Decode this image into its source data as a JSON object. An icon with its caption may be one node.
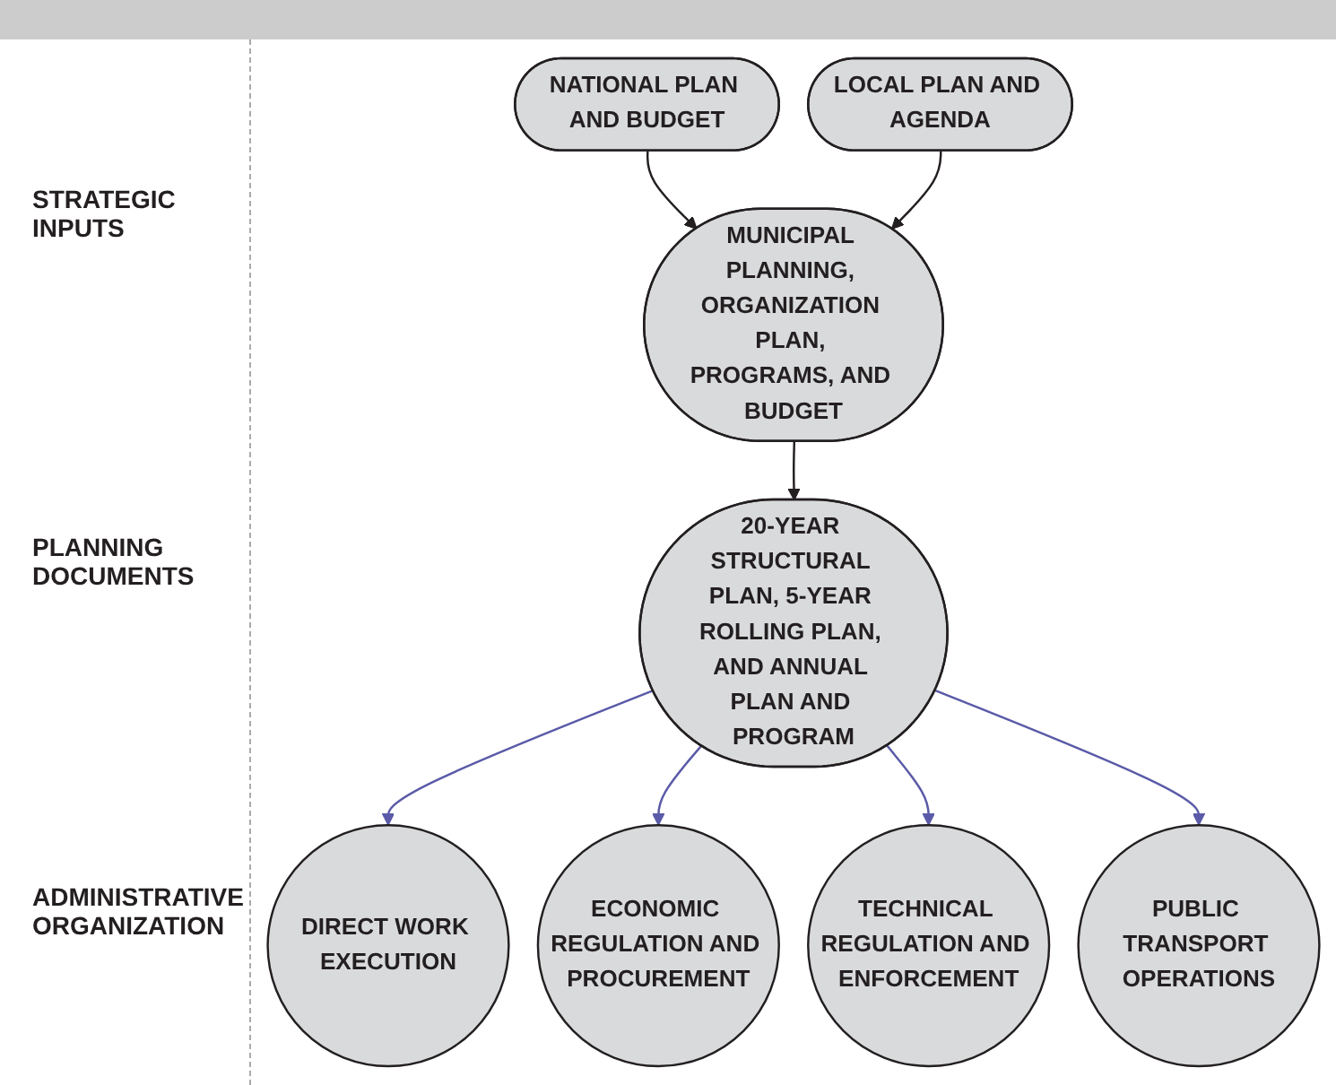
{
  "diagram": {
    "nodes": [
      {
        "text": [
          "NATIONAL PLAN AND BUDGET"
        ]
      },
      {
        "text": [
          "MUNICIPAL PLANNING, ORGANIZATION PLAN, PROGRAMS, AND BUDGET"
        ]
      },
      {
        "text": [
          "LOCAL PLAN AND AGENDA"
        ]
      },
      {
        "text": [
          "20-YEAR STRUCTURAL PLAN, 5-YEAR ROLLING PLAN, AND ANNUAL PLAN AND PROGRAM"
        ]
      },
      {
        "text": [
          "DIRECT WORK EXECUTION"
        ]
      },
      {
        "text": [
          "ECONOMIC REGULATION AND PROCUREMENT"
        ]
      },
      {
        "text": [
          "TECHNICAL REGULATION AND ENFORCEMENT"
        ]
      },
      {
        "text": [
          "PUBLIC TRANSPORT OPERATIONS"
        ]
      }
    ],
    "edges": [
      {
        "from": 0,
        "to": 1,
        "arrow": "to",
        "color": "#231f20"
      },
      {
        "from": 2,
        "to": 1,
        "arrow": "to",
        "color": "#231f20"
      },
      {
        "from": 1,
        "to": 3,
        "arrow": "to",
        "color": "#231f20"
      },
      {
        "from": 3,
        "to": 4,
        "arrow": "to",
        "color": "#5a5aa8"
      },
      {
        "from": 3,
        "to": 5,
        "arrow": "to",
        "color": "#5a5aa8"
      },
      {
        "from": 3,
        "to": 6,
        "arrow": "to",
        "color": "#5a5aa8"
      },
      {
        "from": 3,
        "to": 7,
        "arrow": "to",
        "color": "#5a5aa8"
      }
    ],
    "labels": [
      "STRATEGIC INPUTS",
      "PLANNING DOCUMENTS",
      "ADMINISTRATIVE ORGANIZATION"
    ]
  }
}
